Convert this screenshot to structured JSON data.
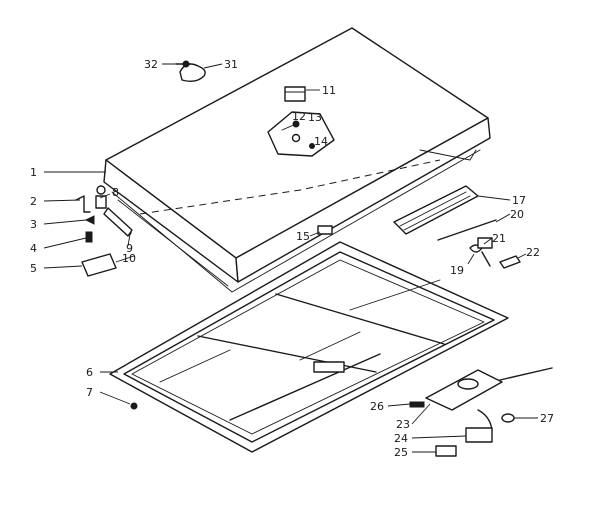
{
  "callouts": [
    {
      "id": "c1",
      "text": "1"
    },
    {
      "id": "c2",
      "text": "2"
    },
    {
      "id": "c3",
      "text": "3"
    },
    {
      "id": "c4",
      "text": "4"
    },
    {
      "id": "c5",
      "text": "5"
    },
    {
      "id": "c6",
      "text": "6"
    },
    {
      "id": "c7",
      "text": "7"
    },
    {
      "id": "c8",
      "text": "8"
    },
    {
      "id": "c9",
      "text": "9"
    },
    {
      "id": "c10",
      "text": "10"
    },
    {
      "id": "c11",
      "text": "11"
    },
    {
      "id": "c12",
      "text": "12"
    },
    {
      "id": "c13",
      "text": "13"
    },
    {
      "id": "c14",
      "text": "14"
    },
    {
      "id": "c15",
      "text": "15"
    },
    {
      "id": "c17",
      "text": "17"
    },
    {
      "id": "c19",
      "text": "19"
    },
    {
      "id": "c20",
      "text": "20"
    },
    {
      "id": "c21",
      "text": "21"
    },
    {
      "id": "c22",
      "text": "22"
    },
    {
      "id": "c23",
      "text": "23"
    },
    {
      "id": "c24",
      "text": "24"
    },
    {
      "id": "c25",
      "text": "25"
    },
    {
      "id": "c26",
      "text": "26"
    },
    {
      "id": "c27",
      "text": "27"
    },
    {
      "id": "c31",
      "text": "31"
    },
    {
      "id": "c32",
      "text": "32"
    }
  ]
}
